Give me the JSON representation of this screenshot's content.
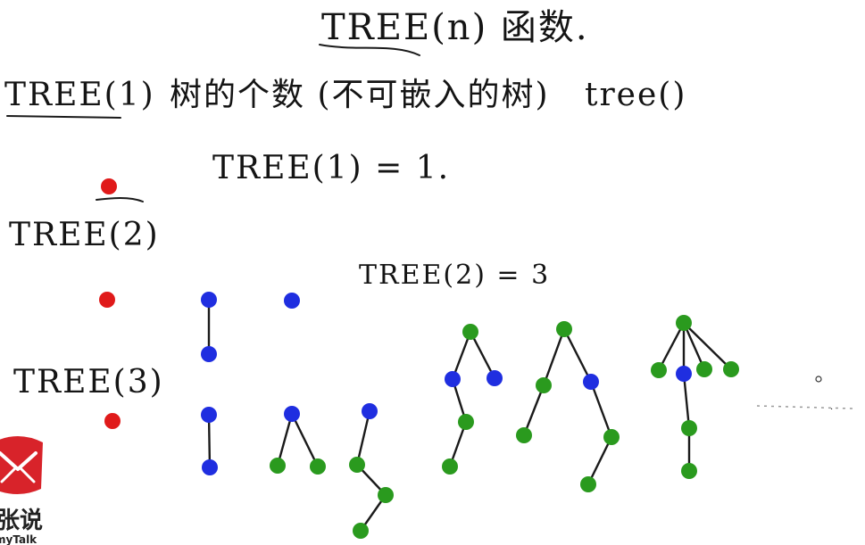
{
  "board": {
    "title": "TREE(n) 函数.",
    "tree1_heading": "TREE(1)",
    "tree1_description": "树的个数 (不可嵌入的树)",
    "tree_fn": "tree()",
    "tree1_result": "TREE(1) = 1.",
    "tree2_heading": "TREE(2)",
    "tree2_result": "TREE(2) = 3",
    "tree3_heading": "TREE(3)",
    "ellipsis": "·"
  },
  "colors": {
    "red": "#e01a1a",
    "blue": "#1f2ee0",
    "green": "#2a9a1e",
    "ink": "#141414",
    "logo": "#d8232a"
  },
  "logo": {
    "icon": "envelope-icon",
    "text_cn": "张说",
    "text_en": "myTalk"
  }
}
